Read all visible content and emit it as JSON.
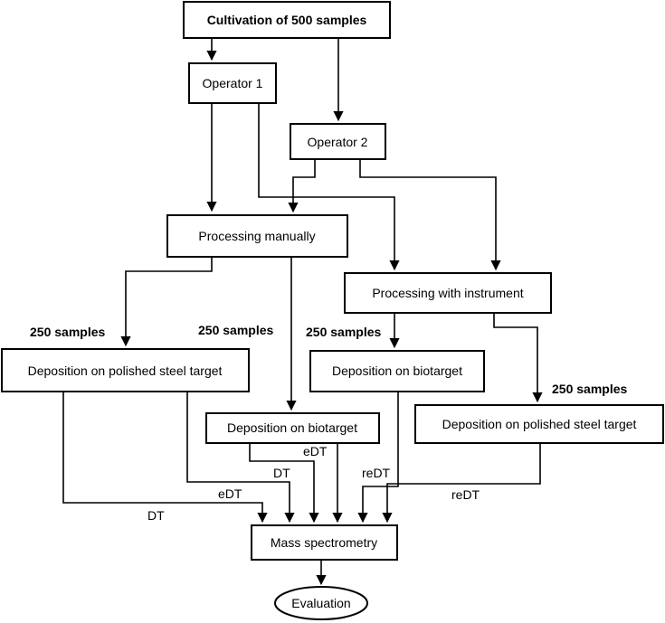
{
  "nodes": {
    "cultivation": "Cultivation of 500 samples",
    "operator1": "Operator 1",
    "operator2": "Operator 2",
    "processing_manually": "Processing manually",
    "processing_instrument": "Processing with instrument",
    "deposition_steel_left": "Deposition on polished steel target",
    "deposition_bio_center": "Deposition on biotarget",
    "deposition_bio_right": "Deposition on biotarget",
    "deposition_steel_right": "Deposition on polished steel target",
    "mass_spec": "Mass spectrometry",
    "evaluation": "Evaluation"
  },
  "edge_labels": {
    "samples_steel_left": "250 samples",
    "samples_bio_center": "250 samples",
    "samples_bio_right": "250 samples",
    "samples_steel_right": "250 samples",
    "dt_left": "DT",
    "edt_left": "eDT",
    "dt_center": "DT",
    "edt_center": "eDT",
    "redt_bio": "reDT",
    "redt_steel": "reDT"
  }
}
